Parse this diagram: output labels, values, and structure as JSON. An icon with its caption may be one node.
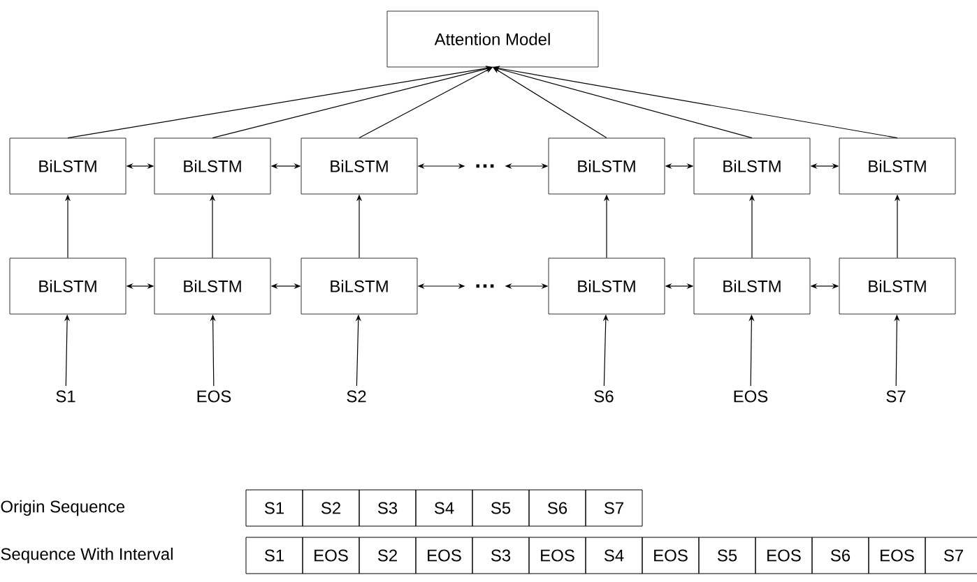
{
  "diagram": {
    "nodes": [
      {
        "text": [
          "Attention Model"
        ]
      },
      {
        "text": [
          "BiLSTM"
        ]
      },
      {
        "text": [
          "BiLSTM"
        ]
      },
      {
        "text": [
          "BiLSTM"
        ]
      },
      {
        "text": [
          "…"
        ]
      },
      {
        "text": [
          "BiLSTM"
        ]
      },
      {
        "text": [
          "BiLSTM"
        ]
      },
      {
        "text": [
          "BiLSTM"
        ]
      },
      {
        "text": [
          "BiLSTM"
        ]
      },
      {
        "text": [
          "BiLSTM"
        ]
      },
      {
        "text": [
          "BiLSTM"
        ]
      },
      {
        "text": [
          "…"
        ]
      },
      {
        "text": [
          "BiLSTM"
        ]
      },
      {
        "text": [
          "BiLSTM"
        ]
      },
      {
        "text": [
          "BiLSTM"
        ]
      },
      {
        "text": [
          "S1"
        ]
      },
      {
        "text": [
          "EOS"
        ]
      },
      {
        "text": [
          "S2"
        ]
      },
      {
        "text": [
          "S6"
        ]
      },
      {
        "text": [
          "EOS"
        ]
      },
      {
        "text": [
          "S7"
        ]
      }
    ],
    "edges": [
      {
        "from": 1,
        "to": 0,
        "arrow": "to"
      },
      {
        "from": 2,
        "to": 0,
        "arrow": "to"
      },
      {
        "from": 3,
        "to": 0,
        "arrow": "to"
      },
      {
        "from": 5,
        "to": 0,
        "arrow": "to"
      },
      {
        "from": 6,
        "to": 0,
        "arrow": "to"
      },
      {
        "from": 7,
        "to": 0,
        "arrow": "to"
      },
      {
        "from": 1,
        "to": 2,
        "arrow": "both"
      },
      {
        "from": 2,
        "to": 3,
        "arrow": "both"
      },
      {
        "from": 3,
        "to": 4,
        "arrow": "both"
      },
      {
        "from": 4,
        "to": 5,
        "arrow": "both"
      },
      {
        "from": 5,
        "to": 6,
        "arrow": "both"
      },
      {
        "from": 6,
        "to": 7,
        "arrow": "both"
      },
      {
        "from": 8,
        "to": 9,
        "arrow": "both"
      },
      {
        "from": 9,
        "to": 10,
        "arrow": "both"
      },
      {
        "from": 10,
        "to": 11,
        "arrow": "both"
      },
      {
        "from": 11,
        "to": 12,
        "arrow": "both"
      },
      {
        "from": 12,
        "to": 13,
        "arrow": "both"
      },
      {
        "from": 13,
        "to": 14,
        "arrow": "both"
      },
      {
        "from": 8,
        "to": 1,
        "arrow": "to"
      },
      {
        "from": 9,
        "to": 2,
        "arrow": "to"
      },
      {
        "from": 10,
        "to": 3,
        "arrow": "to"
      },
      {
        "from": 12,
        "to": 5,
        "arrow": "to"
      },
      {
        "from": 13,
        "to": 6,
        "arrow": "to"
      },
      {
        "from": 14,
        "to": 7,
        "arrow": "to"
      },
      {
        "from": 15,
        "to": 8,
        "arrow": "to"
      },
      {
        "from": 16,
        "to": 9,
        "arrow": "to"
      },
      {
        "from": 17,
        "to": 10,
        "arrow": "to"
      },
      {
        "from": 18,
        "to": 12,
        "arrow": "to"
      },
      {
        "from": 19,
        "to": 13,
        "arrow": "to"
      },
      {
        "from": 20,
        "to": 14,
        "arrow": "to"
      }
    ],
    "labels": [
      "Origin Sequence",
      "S1",
      "S2",
      "S3",
      "S4",
      "S5",
      "S6",
      "S7",
      "Sequence With Interval",
      "S1",
      "EOS",
      "S2",
      "EOS",
      "S3",
      "EOS",
      "S4",
      "EOS",
      "S5",
      "EOS",
      "S6",
      "EOS",
      "S7"
    ]
  }
}
